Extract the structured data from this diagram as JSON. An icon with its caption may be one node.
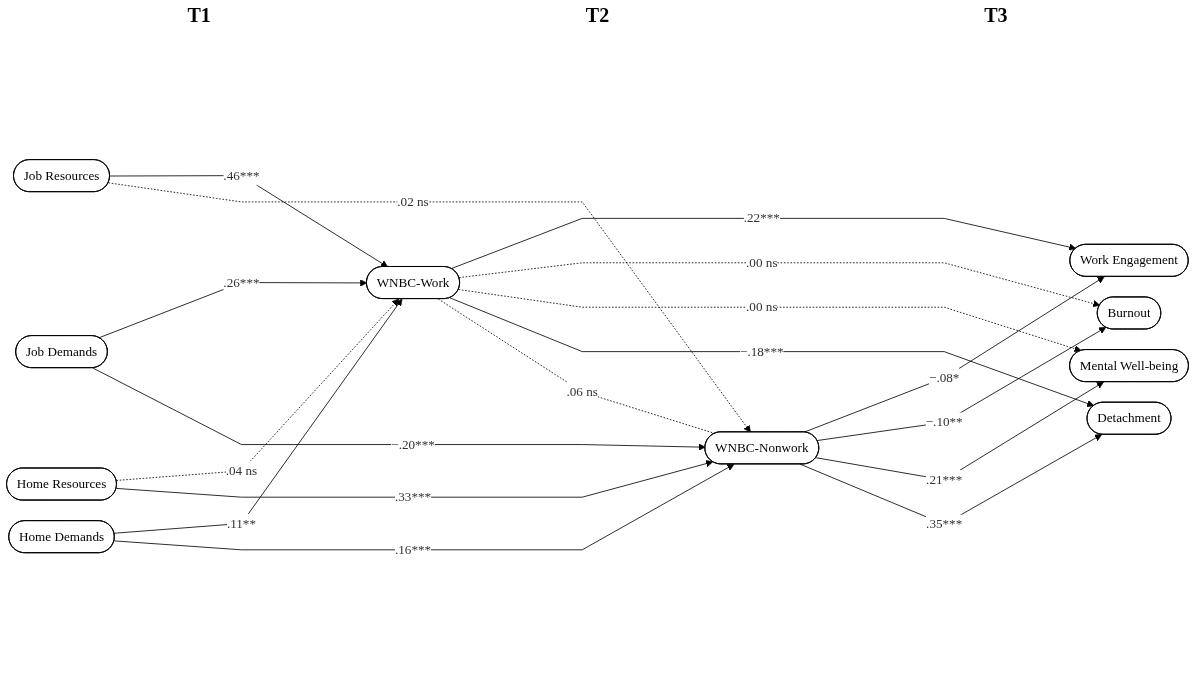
{
  "diagram": {
    "nodes": [
      {
        "text": [
          "Job Resources"
        ]
      },
      {
        "text": [
          "Job Demands"
        ]
      },
      {
        "text": [
          "Home Resources"
        ]
      },
      {
        "text": [
          "Home Demands"
        ]
      },
      {
        "text": [
          "WNBC-Work"
        ]
      },
      {
        "text": [
          "WNBC-Nonwork"
        ]
      },
      {
        "text": [
          "Work Engagement"
        ]
      },
      {
        "text": [
          "Burnout"
        ]
      },
      {
        "text": [
          "Mental Well-being"
        ]
      },
      {
        "text": [
          "Detachment"
        ]
      }
    ],
    "edges": [
      {
        "from": 0,
        "to": 4,
        "arrow": "to",
        "label": ".46***"
      },
      {
        "from": 0,
        "to": 5,
        "arrow": "to",
        "label": ".02 ns",
        "style": "dashed"
      },
      {
        "from": 1,
        "to": 4,
        "arrow": "to",
        "label": ".26***"
      },
      {
        "from": 1,
        "to": 5,
        "arrow": "to",
        "label": "−.20***"
      },
      {
        "from": 2,
        "to": 4,
        "arrow": "to",
        "label": ".04 ns",
        "style": "dashed"
      },
      {
        "from": 2,
        "to": 5,
        "arrow": "to",
        "label": ".33***"
      },
      {
        "from": 3,
        "to": 4,
        "arrow": "to",
        "label": ".11**"
      },
      {
        "from": 3,
        "to": 5,
        "arrow": "to",
        "label": ".16***"
      },
      {
        "from": 4,
        "to": 6,
        "arrow": "to",
        "label": ".22***"
      },
      {
        "from": 4,
        "to": 7,
        "arrow": "to",
        "label": ".00 ns",
        "style": "dashed"
      },
      {
        "from": 4,
        "to": 8,
        "arrow": "to",
        "label": ".00 ns",
        "style": "dashed"
      },
      {
        "from": 4,
        "to": 9,
        "arrow": "to",
        "label": "−.18***"
      },
      {
        "from": 4,
        "to": 5,
        "arrow": "none",
        "label": ".06 ns",
        "style": "dashed"
      },
      {
        "from": 5,
        "to": 6,
        "arrow": "to",
        "label": "−.08*"
      },
      {
        "from": 5,
        "to": 7,
        "arrow": "to",
        "label": "−.10**"
      },
      {
        "from": 5,
        "to": 8,
        "arrow": "to",
        "label": ".21***"
      },
      {
        "from": 5,
        "to": 9,
        "arrow": "to",
        "label": ".35***"
      }
    ],
    "labels": [
      "T1",
      "T2",
      "T3"
    ]
  }
}
